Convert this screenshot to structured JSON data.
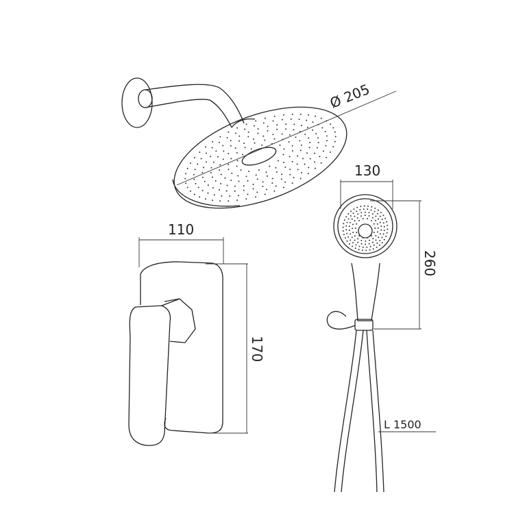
{
  "dimensions": {
    "head_diameter": "Ø 205",
    "hand_shower_width": "130",
    "hand_shower_length": "260",
    "mixer_width": "110",
    "mixer_height": "170",
    "hose_length": "L 1500"
  }
}
